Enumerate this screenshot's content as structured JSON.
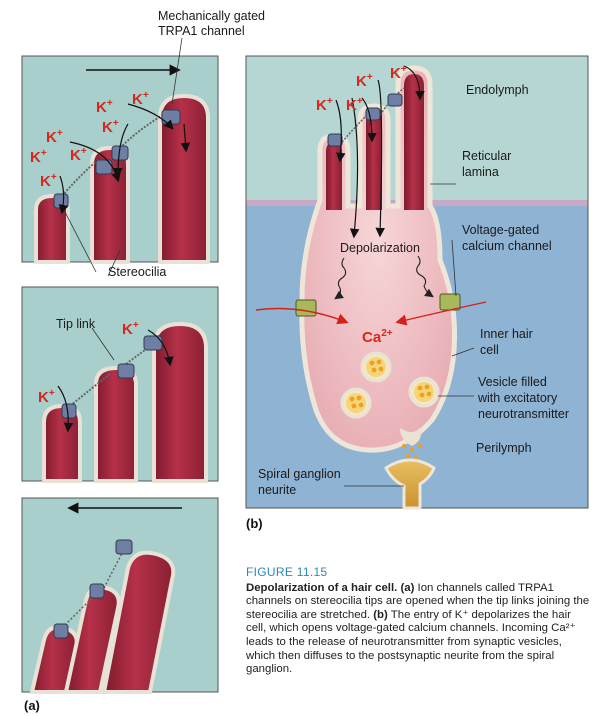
{
  "labels": {
    "mech_channel_line1": "Mechanically gated",
    "mech_channel_line2": "TRPA1 channel",
    "stereocilia": "Stereocilia",
    "tip_link": "Tip link",
    "endolymph": "Endolymph",
    "reticular_line1": "Reticular",
    "reticular_line2": "lamina",
    "vgcc_line1": "Voltage-gated",
    "vgcc_line2": "calcium channel",
    "depolarization": "Depolarization",
    "ca_ion": "Ca",
    "ca_charge": "2+",
    "inner_hair_line1": "Inner hair",
    "inner_hair_line2": "cell",
    "vesicle_line1": "Vesicle filled",
    "vesicle_line2": "with excitatory",
    "vesicle_line3": "neurotransmitter",
    "perilymph": "Perilymph",
    "spiral_line1": "Spiral ganglion",
    "spiral_line2": "neurite",
    "k_ion": "K",
    "k_charge": "+",
    "panel_a": "(a)",
    "panel_b": "(b)"
  },
  "caption": {
    "figure": "FIGURE 11.15",
    "title": "Depolarization of a hair cell.",
    "part_a_tag": "(a)",
    "part_a_text": "Ion channels called TRPA1 channels on stereocilia tips are opened when the tip links joining the stereocilia are stretched.",
    "part_b_tag": "(b)",
    "part_b_text": "The entry of K⁺ depolarizes the hair cell, which opens voltage-gated calcium channels. Incoming Ca²⁺ leads to the release of neurotransmitter from synaptic vesicles, which then diffuses to the postsynaptic neurite from the spiral ganglion."
  },
  "colors": {
    "panel_bg": "#a9cfcc",
    "endolymph_bg": "#b6d6d3",
    "perilymph_bg": "#8fb3d3",
    "stereocilia_fill": "#a8283f",
    "cell_fill": "#f1c3c7",
    "ion_red": "#e0241b",
    "channel": "#6e7fa3",
    "vesicle_dot": "#f0a020",
    "neurite": "#d9a84a"
  }
}
